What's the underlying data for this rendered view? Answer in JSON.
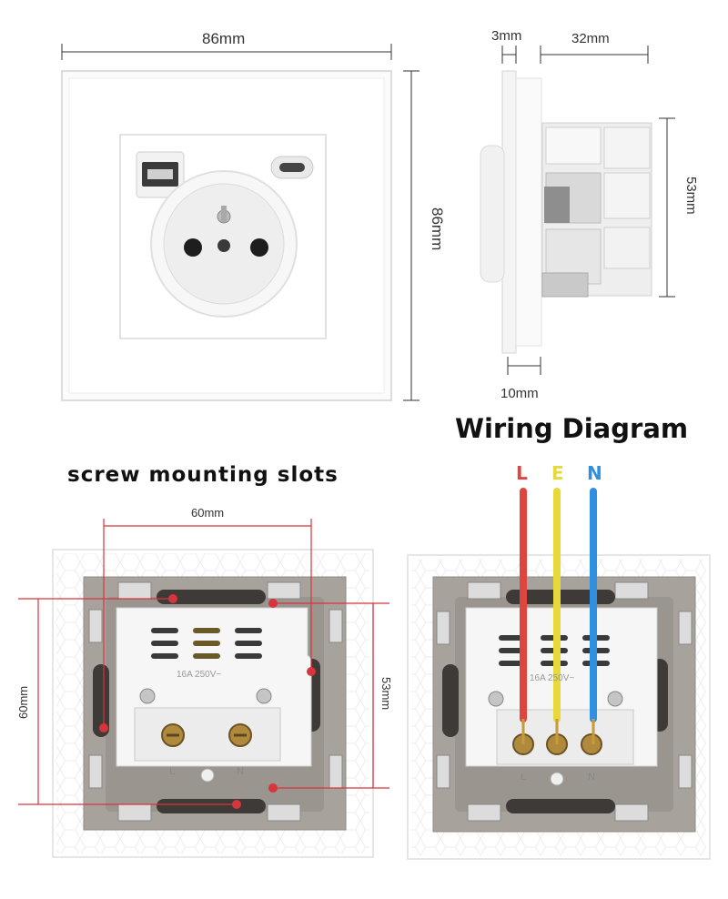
{
  "front_view": {
    "width_label": "86mm",
    "height_label": "86mm"
  },
  "side_view": {
    "glass_thickness_label": "3mm",
    "depth_label": "32mm",
    "body_height_label": "53mm",
    "plate_depth_label": "10mm"
  },
  "mounting": {
    "title": "screw mounting slots",
    "horizontal_label": "60mm",
    "vertical_label": "60mm",
    "height_label": "53mm",
    "rating_text": "16A 250V~",
    "terminal_labels": [
      "L",
      "N"
    ]
  },
  "wiring": {
    "title": "Wiring Diagram",
    "rating_text": "16A 250V~",
    "terminal_labels": [
      "L",
      "N"
    ],
    "wires": [
      {
        "label": "L",
        "color": "#e0443e"
      },
      {
        "label": "E",
        "color": "#e8d93a"
      },
      {
        "label": "N",
        "color": "#2f8fe0"
      }
    ]
  },
  "colors": {
    "dimension_line": "#333333",
    "marker_red": "#d8343c",
    "plate_white": "#ffffff",
    "frame_grey": "#a7a29c"
  }
}
